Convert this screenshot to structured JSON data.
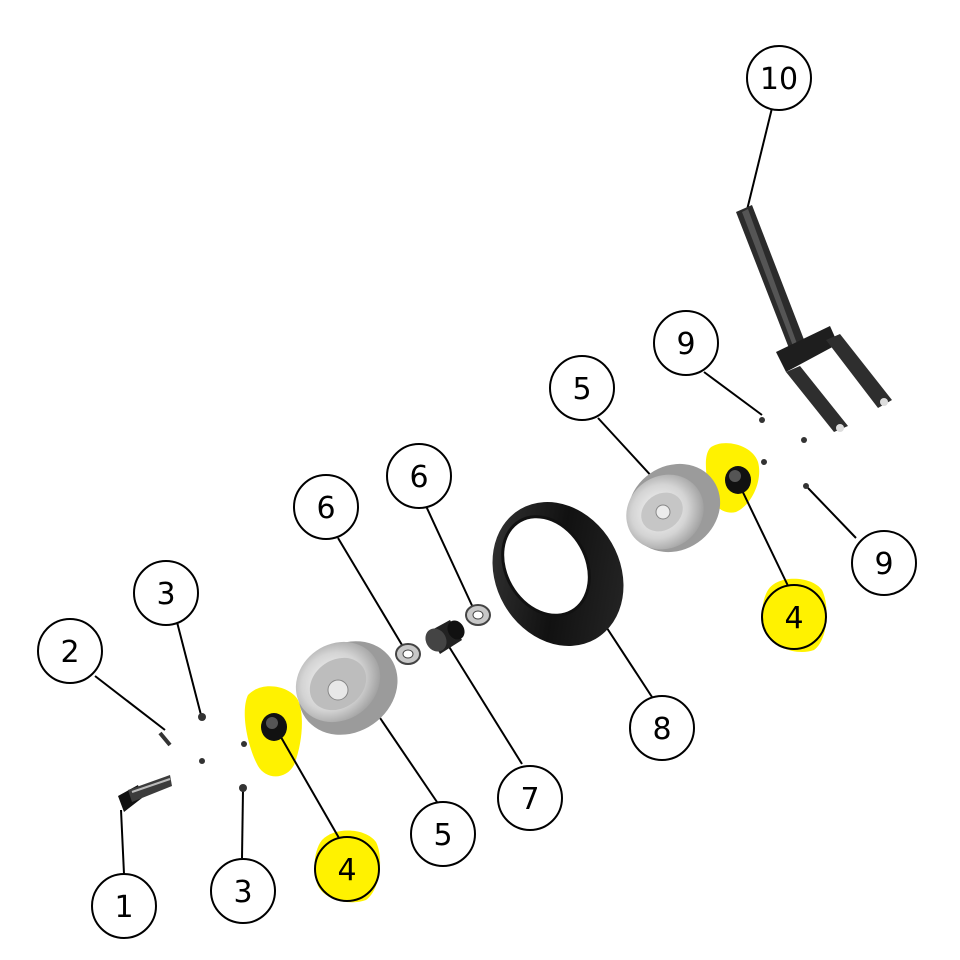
{
  "diagram": {
    "callouts": [
      {
        "id": "c1",
        "label": "1"
      },
      {
        "id": "c2",
        "label": "2"
      },
      {
        "id": "c3a",
        "label": "3"
      },
      {
        "id": "c3b",
        "label": "3"
      },
      {
        "id": "c4a",
        "label": "4"
      },
      {
        "id": "c4b",
        "label": "4"
      },
      {
        "id": "c5a",
        "label": "5"
      },
      {
        "id": "c5b",
        "label": "5"
      },
      {
        "id": "c6a",
        "label": "6"
      },
      {
        "id": "c6b",
        "label": "6"
      },
      {
        "id": "c7",
        "label": "7"
      },
      {
        "id": "c8",
        "label": "8"
      },
      {
        "id": "c9a",
        "label": "9"
      },
      {
        "id": "c9b",
        "label": "9"
      },
      {
        "id": "c10",
        "label": "10"
      }
    ],
    "colors": {
      "highlight": "#fff200",
      "line": "#000000",
      "part_dark": "#1a1a1a",
      "part_metal": "#d9d9d9"
    }
  }
}
